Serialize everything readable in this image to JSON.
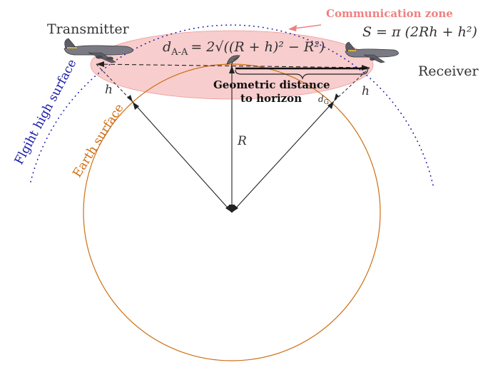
{
  "labels": {
    "transmitter": "Transmitter",
    "receiver": "Receiver",
    "communication_zone": "Communication zone",
    "area_formula": "S = π (2Rh + h²)",
    "distance_formula_lhs": "d",
    "distance_formula_sub": "A-A",
    "distance_formula_rhs": "= 2√((R + h)² − R²)",
    "geometric_distance_line1": "Geometric distance",
    "geometric_distance_line2": "to horizon",
    "geometric_sub": "d",
    "geometric_sub_index": "G",
    "flight_surface": "Flgiht high surface",
    "earth_surface": "Earth surface",
    "radius": "R",
    "height_left": "h",
    "height_right": "h"
  },
  "colors": {
    "earth": "#cc6f14",
    "flight_surface": "#1a1aaa",
    "zone_fill": "#f7c4c4",
    "zone_label": "#f08080",
    "ink": "#222222"
  }
}
